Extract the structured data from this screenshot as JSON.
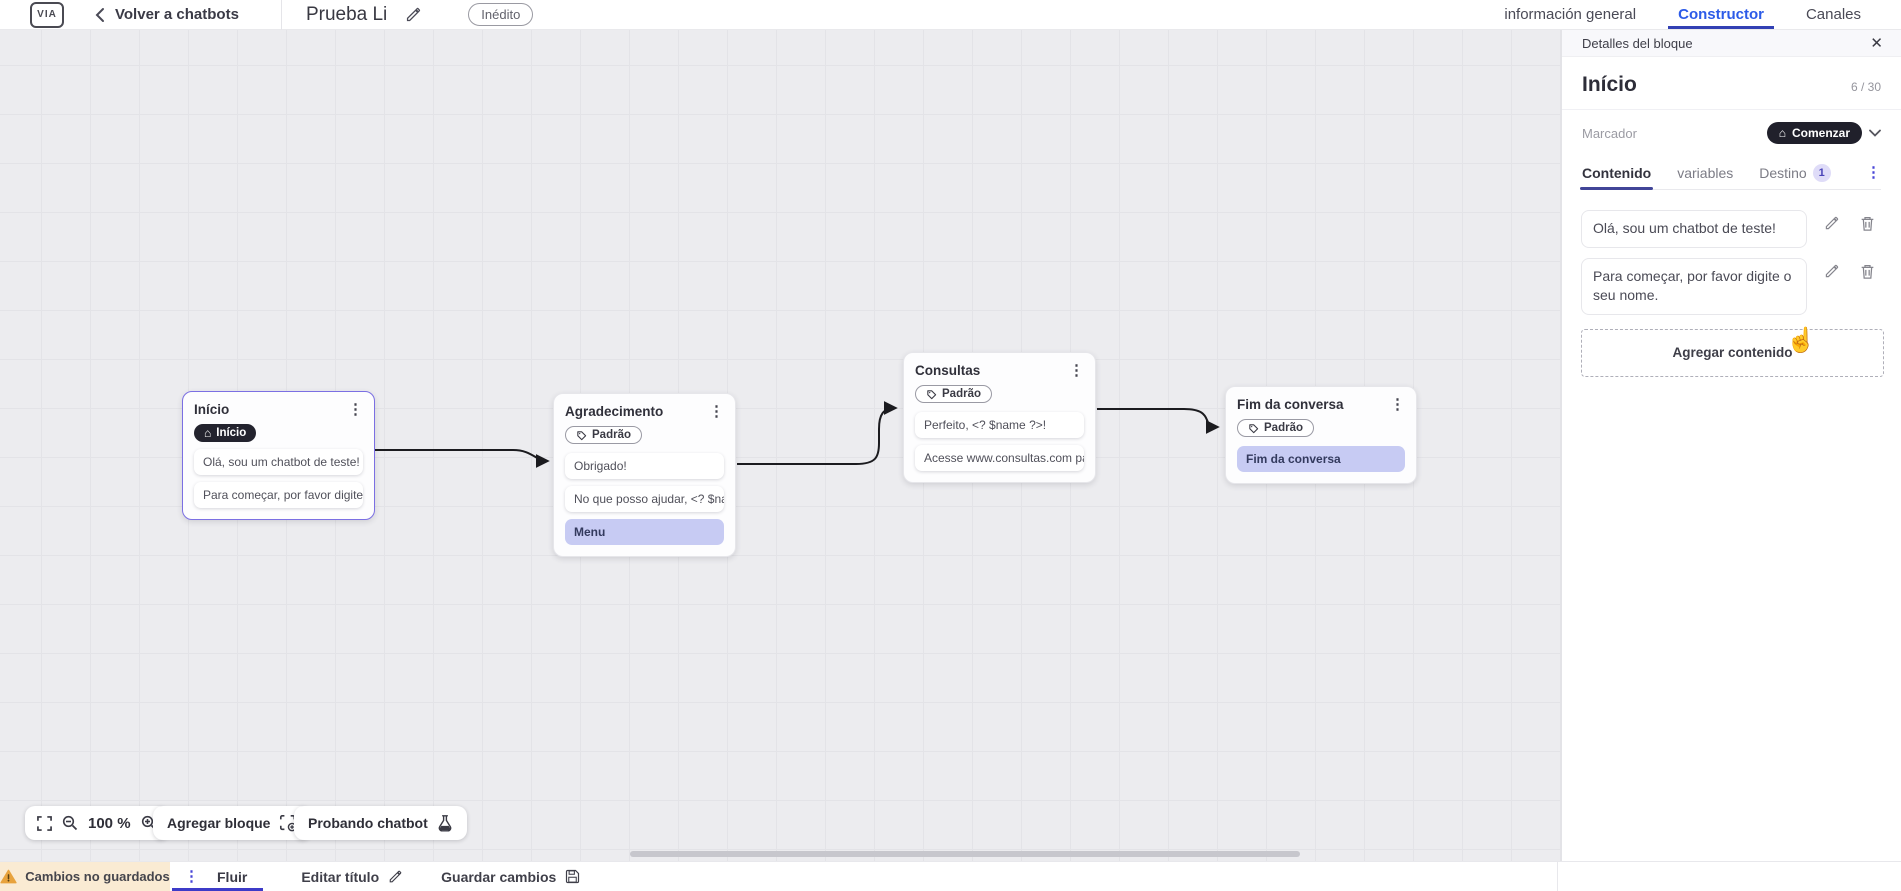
{
  "topbar": {
    "logo_text": "VIA",
    "back_label": "Volver a chatbots",
    "title": "Prueba Li",
    "status_badge": "Inédito",
    "tabs": {
      "general": "información general",
      "constructor": "Constructor",
      "channels": "Canales"
    }
  },
  "panel": {
    "header": "Detalles del bloque",
    "block_name": "Início",
    "name_counter": "6 / 30",
    "marker_label": "Marcador",
    "marker_value": "Comenzar",
    "tabs": {
      "content": "Contenido",
      "variables": "variables",
      "destination": "Destino",
      "destination_badge": "1"
    },
    "contents": [
      {
        "text": "Olá, sou um chatbot de teste!"
      },
      {
        "text": "Para começar, por favor digite o seu nome."
      }
    ],
    "add_content_label": "Agregar contenido"
  },
  "canvas": {
    "blocks": [
      {
        "title": "Início",
        "tag": "Início",
        "items": [
          {
            "text": "Olá, sou um chatbot de teste!"
          },
          {
            "text": "Para começar, por favor digite o ..."
          }
        ]
      },
      {
        "title": "Agradecimento",
        "tag": "Padrão",
        "items": [
          {
            "text": "Obrigado!"
          },
          {
            "text": "No que posso ajudar, <? $name ..."
          },
          {
            "text": "Menu"
          }
        ]
      },
      {
        "title": "Consultas",
        "tag": "Padrão",
        "items": [
          {
            "text": "Perfeito, <? $name ?>!"
          },
          {
            "text": "Acesse www.consultas.com par..."
          }
        ]
      },
      {
        "title": "Fim da conversa",
        "tag": "Padrão",
        "items": [
          {
            "text": "Fim da conversa"
          }
        ]
      }
    ],
    "zoom_level": "100 %",
    "add_block_label": "Agregar bloque",
    "test_chatbot_label": "Probando chatbot"
  },
  "statusbar": {
    "warning": "Cambios no guardados",
    "flow_tab": "Fluir",
    "edit_title_label": "Editar título",
    "save_label": "Guardar cambios"
  },
  "colors": {
    "accent_blue": "#2C5BE8",
    "tab_underline": "#3240B4",
    "selection_purple": "#7B6FE3",
    "highlight_item": "#C7CBF3",
    "dark_pill": "#23232E",
    "warning_bg": "#FAEBD3",
    "warning_icon": "#E8A33D",
    "panel_accent": "#4744D6",
    "flow_underline": "#3D3BC8"
  }
}
